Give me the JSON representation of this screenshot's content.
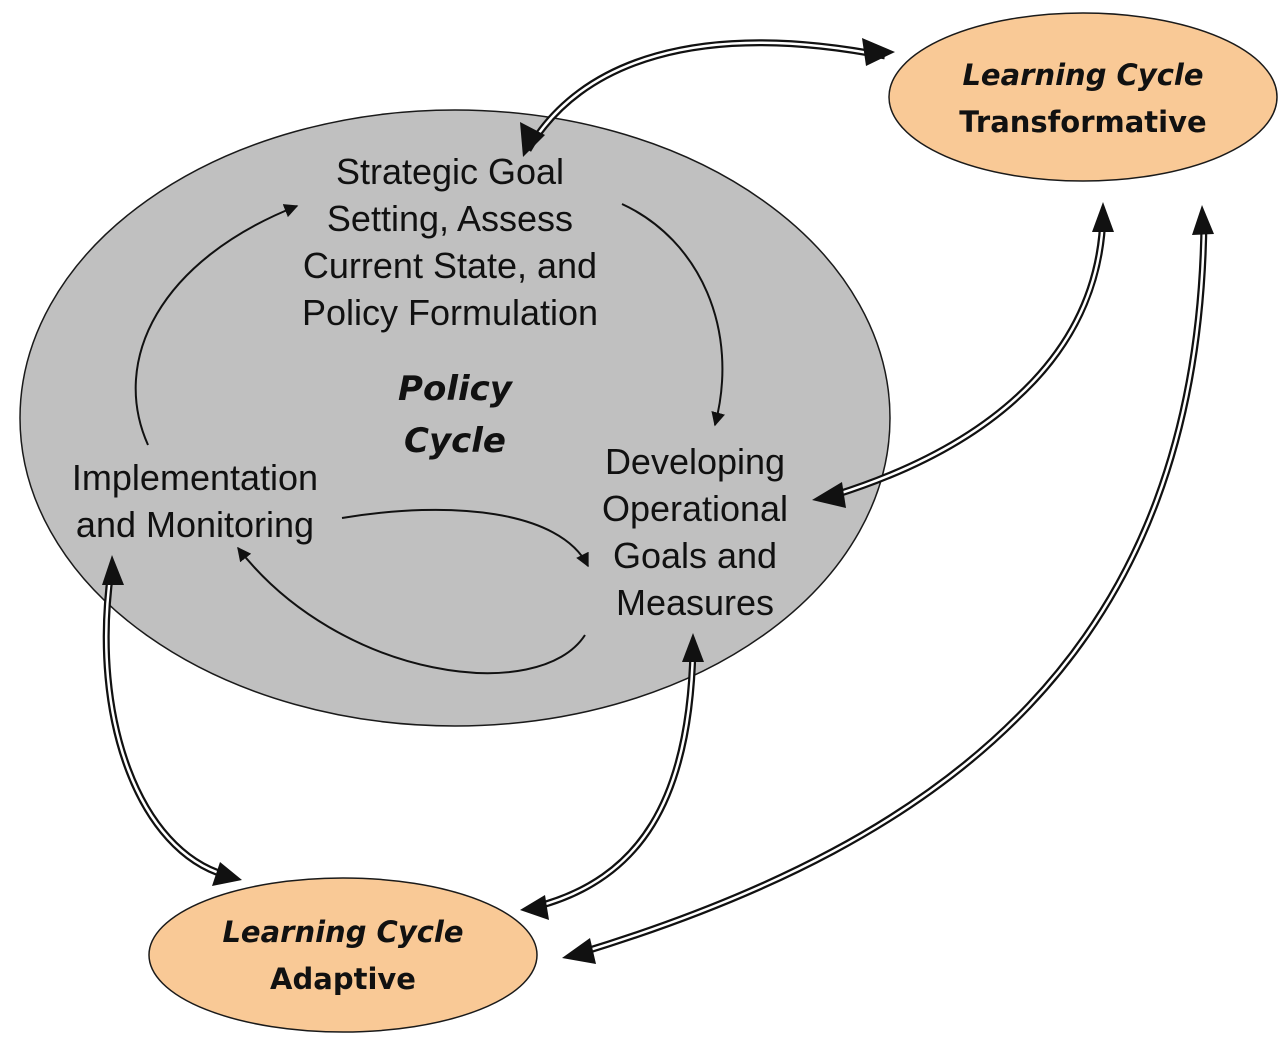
{
  "policy_cycle": {
    "title_line1": "Policy",
    "title_line2": "Cycle",
    "stages": {
      "strategic": {
        "lines": [
          "Strategic Goal",
          "Setting, Assess",
          "Current State, and",
          "Policy Formulation"
        ]
      },
      "operational": {
        "lines": [
          "Developing",
          "Operational",
          "Goals and",
          "Measures"
        ]
      },
      "implementation": {
        "lines": [
          "Implementation",
          "and Monitoring"
        ]
      }
    }
  },
  "learning_cycles": {
    "transformative": {
      "line1": "Learning Cycle",
      "line2": "Transformative"
    },
    "adaptive": {
      "line1": "Learning Cycle",
      "line2": "Adaptive"
    }
  },
  "colors": {
    "policy_ellipse_fill": "#c0c0c0",
    "learning_ellipse_fill": "#f9c996",
    "outline": "#1a1a1a",
    "background": "#ffffff"
  }
}
